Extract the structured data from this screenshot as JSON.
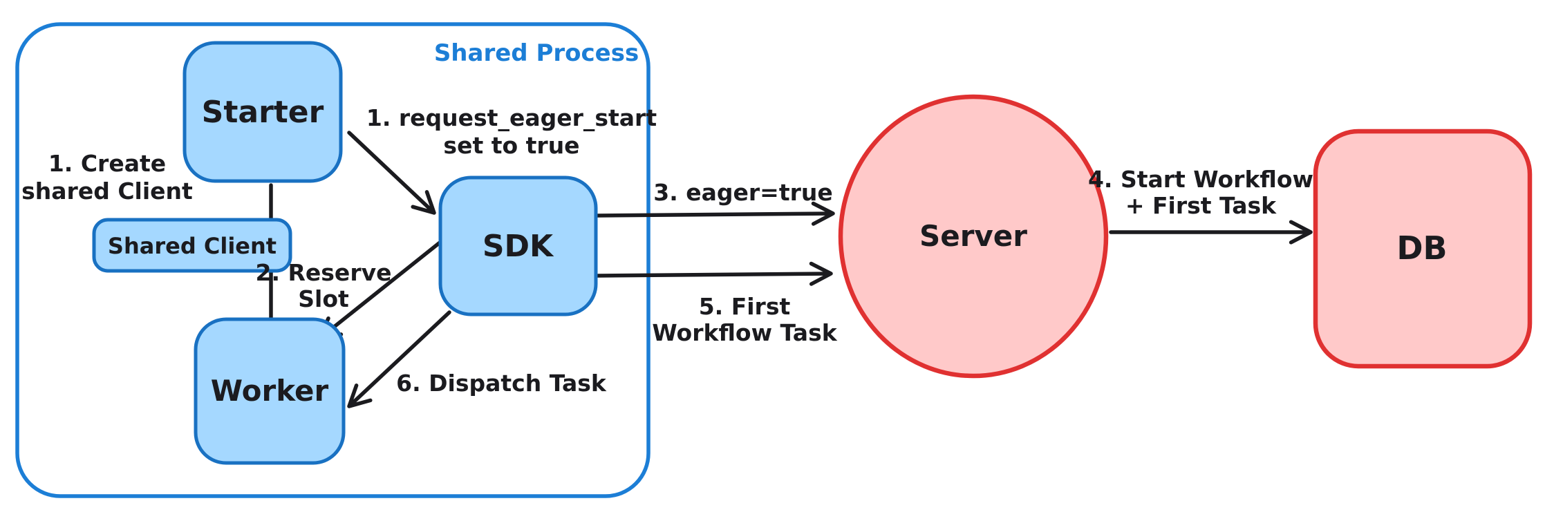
{
  "diagram": {
    "container": {
      "title": "Shared Process"
    },
    "nodes": {
      "starter": {
        "label": "Starter"
      },
      "shared_client": {
        "label": "Shared Client"
      },
      "worker": {
        "label": "Worker"
      },
      "sdk": {
        "label": "SDK"
      },
      "server": {
        "label": "Server"
      },
      "db": {
        "label": "DB"
      }
    },
    "labels": {
      "create_shared_client": {
        "line1": "1. Create",
        "line2": "shared Client"
      },
      "request_eager_start": {
        "line1": "1. request_eager_start",
        "line2": "set to true"
      },
      "reserve_slot": {
        "line1": "2. Reserve",
        "line2": "Slot"
      },
      "eager_true": {
        "text": "3. eager=true"
      },
      "start_workflow": {
        "line1": "4. Start Workflow",
        "line2": "+ First Task"
      },
      "first_workflow_task": {
        "line1": "5. First",
        "line2": "Workflow Task"
      },
      "dispatch_task": {
        "text": "6. Dispatch Task"
      }
    },
    "edges": [
      {
        "from": "starter",
        "to": "shared_client",
        "type": "line",
        "label": ""
      },
      {
        "from": "shared_client",
        "to": "worker",
        "type": "line",
        "label": ""
      },
      {
        "from": "starter",
        "to": "sdk",
        "type": "arrow",
        "label": "1. request_eager_start set to true"
      },
      {
        "from": "sdk",
        "to": "worker",
        "type": "arrow",
        "label": "2. Reserve Slot"
      },
      {
        "from": "sdk",
        "to": "server",
        "type": "arrow",
        "label": "3. eager=true"
      },
      {
        "from": "server",
        "to": "db",
        "type": "arrow",
        "label": "4. Start Workflow + First Task"
      },
      {
        "from": "sdk",
        "to": "server",
        "type": "arrow",
        "label": "5. First Workflow Task"
      },
      {
        "from": "sdk",
        "to": "worker",
        "type": "arrow",
        "label": "6. Dispatch Task"
      }
    ],
    "colors": {
      "blue_stroke": "#1c7ed6",
      "blue_node_stroke": "#1971c2",
      "blue_fill": "#a5d8ff",
      "red_stroke": "#e03131",
      "red_fill": "#ffc9c9",
      "ink": "#1b1b1f",
      "background": "#ffffff"
    }
  }
}
